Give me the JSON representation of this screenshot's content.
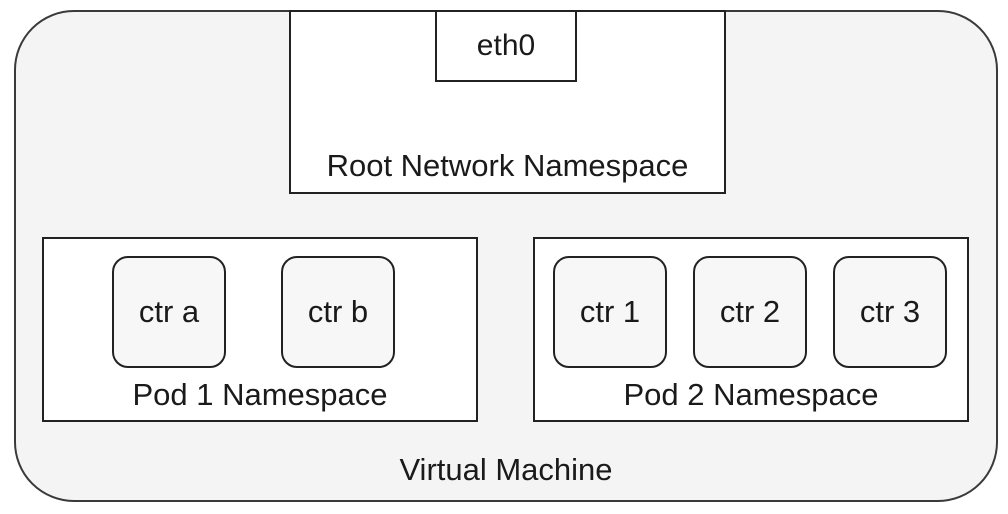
{
  "virtual_machine": {
    "label": "Virtual Machine"
  },
  "root_namespace": {
    "label": "Root Network Namespace",
    "interface": "eth0"
  },
  "pod1": {
    "label": "Pod 1 Namespace",
    "containers": [
      "ctr a",
      "ctr b"
    ]
  },
  "pod2": {
    "label": "Pod 2 Namespace",
    "containers": [
      "ctr 1",
      "ctr 2",
      "ctr 3"
    ]
  }
}
